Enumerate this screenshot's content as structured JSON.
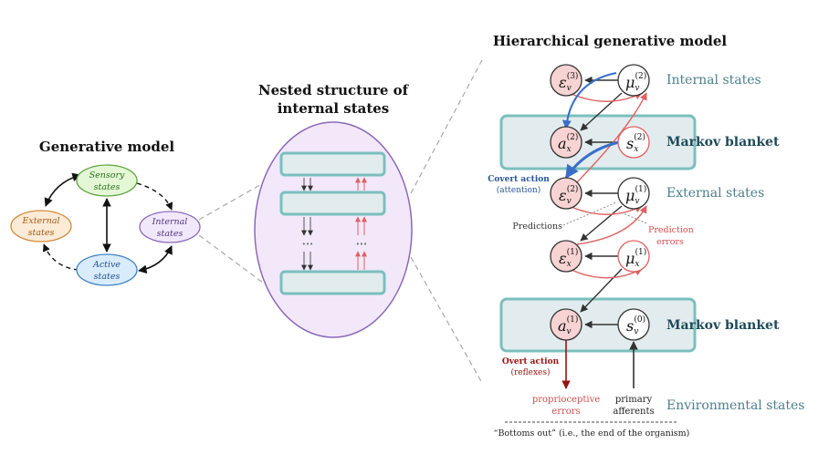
{
  "left": {
    "title": "Generative model",
    "sensory": [
      "Sensory",
      "states"
    ],
    "external": [
      "External",
      "states"
    ],
    "internal": [
      "Internal",
      "states"
    ],
    "active": [
      "Active",
      "states"
    ]
  },
  "middle": {
    "title_line1": "Nested structure of",
    "title_line2": "internal states",
    "dots": "•••"
  },
  "right": {
    "title": "Hierarchical generative model",
    "nodes": {
      "eps_v3": {
        "base": "ε",
        "sub": "v",
        "sup": "(3)"
      },
      "mu_v2": {
        "base": "μ",
        "sub": "v",
        "sup": "(2)"
      },
      "a_x2": {
        "base": "a",
        "sub": "x",
        "sup": "(2)"
      },
      "s_x2": {
        "base": "s",
        "sub": "x",
        "sup": "(2)"
      },
      "eps_v2": {
        "base": "ε",
        "sub": "v",
        "sup": "(2)"
      },
      "mu_v1": {
        "base": "μ",
        "sub": "v",
        "sup": "(1)"
      },
      "eps_x1": {
        "base": "ε",
        "sub": "x",
        "sup": "(1)"
      },
      "mu_x1": {
        "base": "μ",
        "sub": "x",
        "sup": "(1)"
      },
      "a_v1": {
        "base": "a",
        "sub": "v",
        "sup": "(1)"
      },
      "s_v0": {
        "base": "s",
        "sub": "v",
        "sup": "(0)"
      }
    },
    "labels": {
      "internal_states": "Internal states",
      "markov_blanket_top": "Markov blanket",
      "external_states": "External states",
      "markov_blanket_bottom": "Markov blanket",
      "environmental_states": "Environmental states",
      "covert_action": "Covert action",
      "attention": "(attention)",
      "predictions": "Predictions",
      "prediction": "Prediction",
      "errors": "errors",
      "overt_action": "Overt action",
      "reflexes": "(reflexes)",
      "proprioceptive": "proprioceptive",
      "proprioceptive_errors": "errors",
      "primary": "primary",
      "afferents": "afferents",
      "bottoms_out": "“Bottoms out” (i.e., the end of the organism)"
    }
  },
  "colors": {
    "teal": "#7bbfbd",
    "blanket_fill": "#e2ecee",
    "red": "#e06060",
    "blue": "#3a6fc8",
    "dark_red": "#9b1111",
    "state_label": "#4d7f8c",
    "blanket_label": "#1c4a5a"
  }
}
